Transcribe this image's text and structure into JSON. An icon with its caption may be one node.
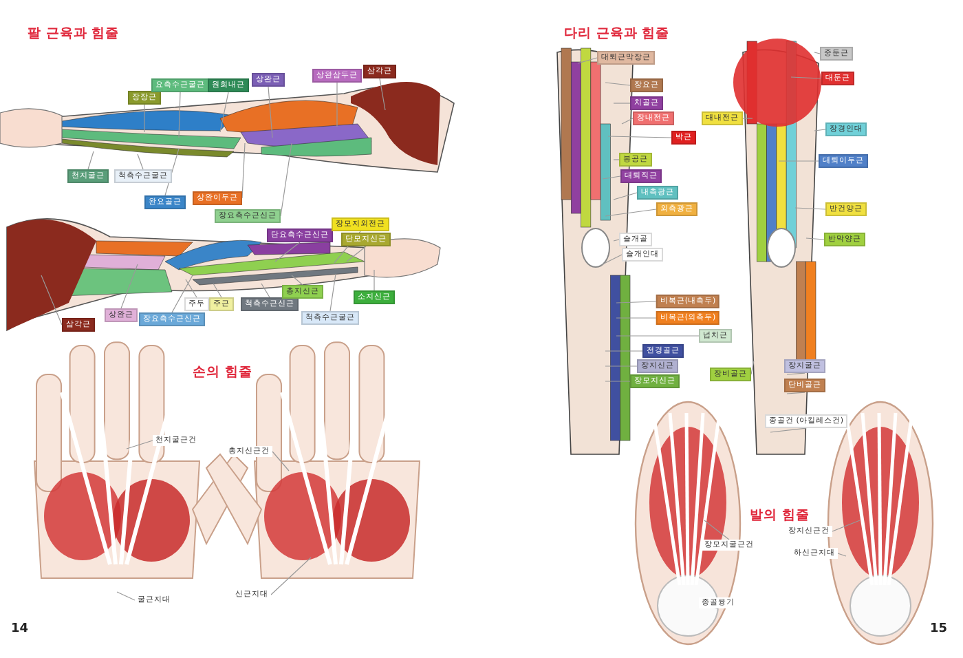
{
  "diagram": {
    "nodes": [
      {
        "text": [
          "장장근"
        ]
      },
      {
        "text": [
          "요측수근굴근"
        ]
      },
      {
        "text": [
          "원회내근"
        ]
      },
      {
        "text": [
          "상완근"
        ]
      },
      {
        "text": [
          "상완삼두근"
        ]
      },
      {
        "text": [
          "삼각근"
        ]
      },
      {
        "text": [
          "천지굴근"
        ]
      },
      {
        "text": [
          "척측수근굴근"
        ]
      },
      {
        "text": [
          "완요골근"
        ]
      },
      {
        "text": [
          "상완이두근"
        ]
      },
      {
        "text": [
          "장요측수근신근"
        ]
      },
      {
        "text": [
          "단요측수근신근"
        ]
      },
      {
        "text": [
          "장모지외전근"
        ]
      },
      {
        "text": [
          "단모지신근"
        ]
      },
      {
        "text": [
          "삼각근"
        ]
      },
      {
        "text": [
          "상완근"
        ]
      },
      {
        "text": [
          "장요측수근신근"
        ]
      },
      {
        "text": [
          "주두"
        ]
      },
      {
        "text": [
          "주근"
        ]
      },
      {
        "text": [
          "척측수근신근"
        ]
      },
      {
        "text": [
          "척측수근굴근"
        ]
      },
      {
        "text": [
          "총지신근"
        ]
      },
      {
        "text": [
          "소지신근"
        ]
      },
      {
        "text": [
          "천지굴근건"
        ]
      },
      {
        "text": [
          "굴근지대"
        ]
      },
      {
        "text": [
          "총지신근건"
        ]
      },
      {
        "text": [
          "신근지대"
        ]
      },
      {
        "text": [
          "대퇴근막장근"
        ]
      },
      {
        "text": [
          "장요근"
        ]
      },
      {
        "text": [
          "치골근"
        ]
      },
      {
        "text": [
          "장내전근"
        ]
      },
      {
        "text": [
          "박근"
        ]
      },
      {
        "text": [
          "대내전근"
        ]
      },
      {
        "text": [
          "봉공근"
        ]
      },
      {
        "text": [
          "대퇴직근"
        ]
      },
      {
        "text": [
          "내측광근"
        ]
      },
      {
        "text": [
          "외측광근"
        ]
      },
      {
        "text": [
          "슬개골"
        ]
      },
      {
        "text": [
          "슬개인대"
        ]
      },
      {
        "text": [
          "비복근(내측두)"
        ]
      },
      {
        "text": [
          "비복근(외측두)"
        ]
      },
      {
        "text": [
          "넙치근"
        ]
      },
      {
        "text": [
          "전경골근"
        ]
      },
      {
        "text": [
          "장지신근"
        ]
      },
      {
        "text": [
          "장모지신근"
        ]
      },
      {
        "text": [
          "중둔근"
        ]
      },
      {
        "text": [
          "대둔근"
        ]
      },
      {
        "text": [
          "장경인대"
        ]
      },
      {
        "text": [
          "대퇴이두근"
        ]
      },
      {
        "text": [
          "반건양근"
        ]
      },
      {
        "text": [
          "반막양근"
        ]
      },
      {
        "text": [
          "장비골근"
        ]
      },
      {
        "text": [
          "장지굴근"
        ]
      },
      {
        "text": [
          "단비골근"
        ]
      },
      {
        "text": [
          "종골건 (아킬레스건)"
        ]
      },
      {
        "text": [
          "장모지굴근건"
        ]
      },
      {
        "text": [
          "종골융기"
        ]
      },
      {
        "text": [
          "장지신근건"
        ]
      },
      {
        "text": [
          "하신근지대"
        ]
      }
    ],
    "edges": [
      {
        "from": 0,
        "to": null,
        "arrow": "none"
      },
      {
        "from": 1,
        "to": null,
        "arrow": "none"
      },
      {
        "from": 2,
        "to": null,
        "arrow": "none"
      },
      {
        "from": 3,
        "to": null,
        "arrow": "none"
      },
      {
        "from": 4,
        "to": null,
        "arrow": "none"
      },
      {
        "from": 5,
        "to": null,
        "arrow": "none"
      },
      {
        "from": 6,
        "to": null,
        "arrow": "none"
      },
      {
        "from": 7,
        "to": null,
        "arrow": "none"
      },
      {
        "from": 8,
        "to": null,
        "arrow": "none"
      },
      {
        "from": 9,
        "to": null,
        "arrow": "none"
      },
      {
        "from": 10,
        "to": null,
        "arrow": "none"
      },
      {
        "from": 11,
        "to": null,
        "arrow": "none"
      },
      {
        "from": 12,
        "to": null,
        "arrow": "none"
      },
      {
        "from": 13,
        "to": null,
        "arrow": "none"
      },
      {
        "from": 14,
        "to": null,
        "arrow": "none"
      },
      {
        "from": 15,
        "to": null,
        "arrow": "none"
      },
      {
        "from": 16,
        "to": null,
        "arrow": "none"
      },
      {
        "from": 17,
        "to": null,
        "arrow": "none"
      },
      {
        "from": 18,
        "to": null,
        "arrow": "none"
      },
      {
        "from": 19,
        "to": null,
        "arrow": "none"
      },
      {
        "from": 20,
        "to": null,
        "arrow": "none"
      },
      {
        "from": 21,
        "to": null,
        "arrow": "none"
      },
      {
        "from": 22,
        "to": null,
        "arrow": "none"
      },
      {
        "from": 23,
        "to": null,
        "arrow": "none"
      },
      {
        "from": 24,
        "to": null,
        "arrow": "none"
      },
      {
        "from": 25,
        "to": null,
        "arrow": "none"
      },
      {
        "from": 26,
        "to": null,
        "arrow": "none"
      },
      {
        "from": 27,
        "to": null,
        "arrow": "none"
      },
      {
        "from": 28,
        "to": null,
        "arrow": "none"
      },
      {
        "from": 29,
        "to": null,
        "arrow": "none"
      },
      {
        "from": 30,
        "to": null,
        "arrow": "none"
      },
      {
        "from": 31,
        "to": null,
        "arrow": "none"
      },
      {
        "from": 32,
        "to": null,
        "arrow": "none"
      },
      {
        "from": 33,
        "to": null,
        "arrow": "none"
      },
      {
        "from": 34,
        "to": null,
        "arrow": "none"
      },
      {
        "from": 35,
        "to": null,
        "arrow": "none"
      },
      {
        "from": 36,
        "to": null,
        "arrow": "none"
      },
      {
        "from": 37,
        "to": null,
        "arrow": "none"
      },
      {
        "from": 38,
        "to": null,
        "arrow": "none"
      },
      {
        "from": 39,
        "to": null,
        "arrow": "none"
      },
      {
        "from": 40,
        "to": null,
        "arrow": "none"
      },
      {
        "from": 41,
        "to": null,
        "arrow": "none"
      },
      {
        "from": 42,
        "to": null,
        "arrow": "none"
      },
      {
        "from": 43,
        "to": null,
        "arrow": "none"
      },
      {
        "from": 44,
        "to": null,
        "arrow": "none"
      },
      {
        "from": 45,
        "to": null,
        "arrow": "none"
      },
      {
        "from": 46,
        "to": null,
        "arrow": "none"
      },
      {
        "from": 47,
        "to": null,
        "arrow": "none"
      },
      {
        "from": 48,
        "to": null,
        "arrow": "none"
      },
      {
        "from": 49,
        "to": null,
        "arrow": "none"
      },
      {
        "from": 50,
        "to": null,
        "arrow": "none"
      },
      {
        "from": 51,
        "to": null,
        "arrow": "none"
      },
      {
        "from": 52,
        "to": null,
        "arrow": "none"
      },
      {
        "from": 53,
        "to": null,
        "arrow": "none"
      },
      {
        "from": 54,
        "to": null,
        "arrow": "none"
      },
      {
        "from": 55,
        "to": null,
        "arrow": "none"
      },
      {
        "from": 56,
        "to": null,
        "arrow": "none"
      },
      {
        "from": 57,
        "to": null,
        "arrow": "none"
      },
      {
        "from": 58,
        "to": null,
        "arrow": "none"
      }
    ],
    "labels": [
      "팔 근육과 힘줄",
      "다리 근육과 힘줄",
      "손의 힘줄",
      "발의 힘줄",
      "14",
      "15"
    ]
  }
}
